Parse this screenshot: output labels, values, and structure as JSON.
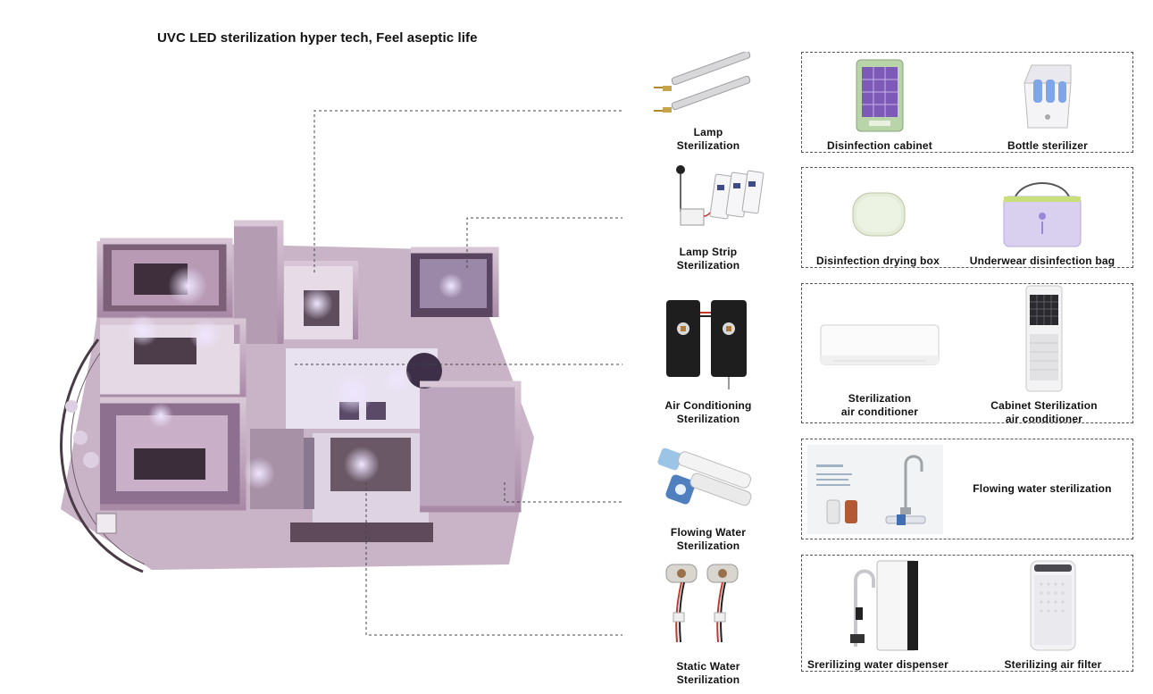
{
  "headline": "UVC LED  sterilization  hyper tech, Feel  aseptic  life",
  "categories": [
    {
      "id": "lamp",
      "label_line1": "Lamp",
      "label_line2": "Sterilization",
      "icon": "uv-lamp-tubes"
    },
    {
      "id": "lamp-strip",
      "label_line1": "Lamp Strip",
      "label_line2": "Sterilization",
      "icon": "led-strip-module"
    },
    {
      "id": "air-conditioning",
      "label_line1": "Air Conditioning",
      "label_line2": "Sterilization",
      "icon": "uv-led-board"
    },
    {
      "id": "flowing-water",
      "label_line1": "Flowing Water",
      "label_line2": "Sterilization",
      "icon": "inline-water-tube"
    },
    {
      "id": "static-water",
      "label_line1": "Static Water",
      "label_line2": "Sterilization",
      "icon": "uv-led-probe"
    }
  ],
  "products": {
    "row1": [
      {
        "label": "Disinfection cabinet",
        "icon": "disinfection-cabinet"
      },
      {
        "label": "Bottle  sterilizer",
        "icon": "bottle-sterilizer"
      }
    ],
    "row2": [
      {
        "label": "Disinfection drying box",
        "icon": "drying-box"
      },
      {
        "label": "Underwear  disinfection bag",
        "icon": "disinfection-bag"
      }
    ],
    "row3": [
      {
        "label_line1": "Sterilization",
        "label_line2": "air conditioner",
        "icon": "wall-air-conditioner"
      },
      {
        "label_line1": "Cabinet Sterilization",
        "label_line2": "air conditioner",
        "icon": "cabinet-air-conditioner"
      }
    ],
    "row4": [
      {
        "label": "Flowing water sterilization",
        "icon": "faucet-water-purifier"
      }
    ],
    "row5": [
      {
        "label": "Srerilizing  water  dispenser",
        "icon": "water-dispenser"
      },
      {
        "label": "Sterilizing air filter",
        "icon": "air-purifier"
      }
    ]
  },
  "colors": {
    "room_tint": "#c9b3c9",
    "uv_glow": "#8a66d8",
    "dashed_line": "#444444"
  }
}
